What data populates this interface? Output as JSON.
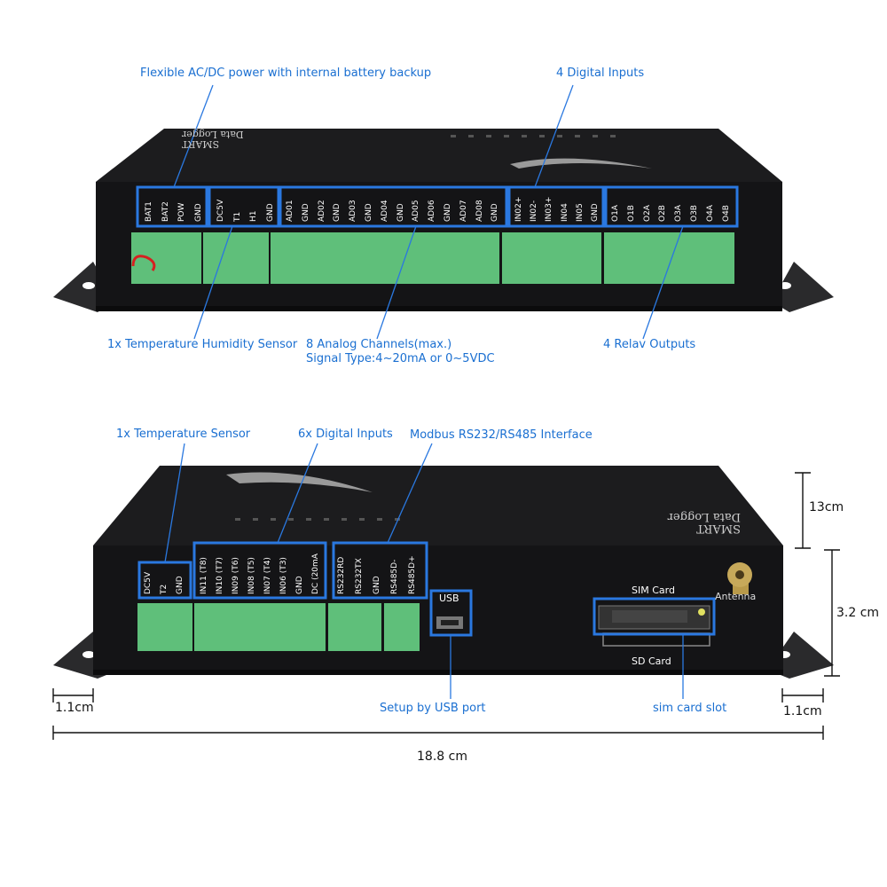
{
  "colors": {
    "accent": "#1a6fd1",
    "terminal": "#5fbf7a",
    "case": "#1c1c1e",
    "frame": "#2a78e0"
  },
  "top": {
    "callouts": {
      "power": "Flexible AC/DC power with internal battery backup",
      "digital_in": "4 Digital Inputs",
      "temp_hum": "1x Temperature Humidity Sensor",
      "analog_line1": "8 Analog Channels(max.)",
      "analog_line2": "Signal Type:4~20mA or 0~5VDC",
      "relay": "4 Relav Outputs"
    },
    "brand_line1": "SMART",
    "brand_line2": "Data Logger",
    "pins_power": [
      "BAT1",
      "BAT2",
      "POW",
      "GND"
    ],
    "pins_sensor": [
      "DC5V",
      "T1",
      "H1",
      "GND"
    ],
    "pins_analog": [
      "AD01",
      "GND",
      "AD02",
      "GND",
      "AD03",
      "GND",
      "AD04",
      "GND",
      "AD05",
      "AD06",
      "GND",
      "AD07",
      "AD08",
      "GND"
    ],
    "pins_digital": [
      "IN02+",
      "IN02-",
      "IN03+",
      "IN04",
      "IN05",
      "GND"
    ],
    "pins_relay": [
      "O1A",
      "O1B",
      "O2A",
      "O2B",
      "O3A",
      "O3B",
      "O4A",
      "O4B"
    ]
  },
  "bottom": {
    "callouts": {
      "temp": "1x Temperature Sensor",
      "digital6": "6x Digital Inputs",
      "modbus": "Modbus RS232/RS485 Interface",
      "usb": "Setup by USB port",
      "sim": "sim card slot"
    },
    "brand_line1": "SMART",
    "brand_line2": "Data Logger",
    "pins_temp": [
      "DC5V",
      "T2",
      "GND"
    ],
    "pins_digital": [
      "IN11 (T8)",
      "IN10 (T7)",
      "IN09 (T6)",
      "IN08 (T5)",
      "IN07 (T4)",
      "IN06 (T3)",
      "GND",
      "DC (20mA"
    ],
    "pins_modbus": [
      "RS232RD",
      "RS232TX",
      "GND",
      "RS485D-",
      "RS485D+"
    ],
    "usb_label": "USB",
    "sim_card": "SIM Card",
    "sd_card": "SD Card",
    "antenna": "Antenna"
  },
  "dimensions": {
    "height_top": "13cm",
    "height_side": "3.2 cm",
    "left_flange": "1.1cm",
    "right_flange": "1.1cm",
    "width": "18.8 cm"
  }
}
